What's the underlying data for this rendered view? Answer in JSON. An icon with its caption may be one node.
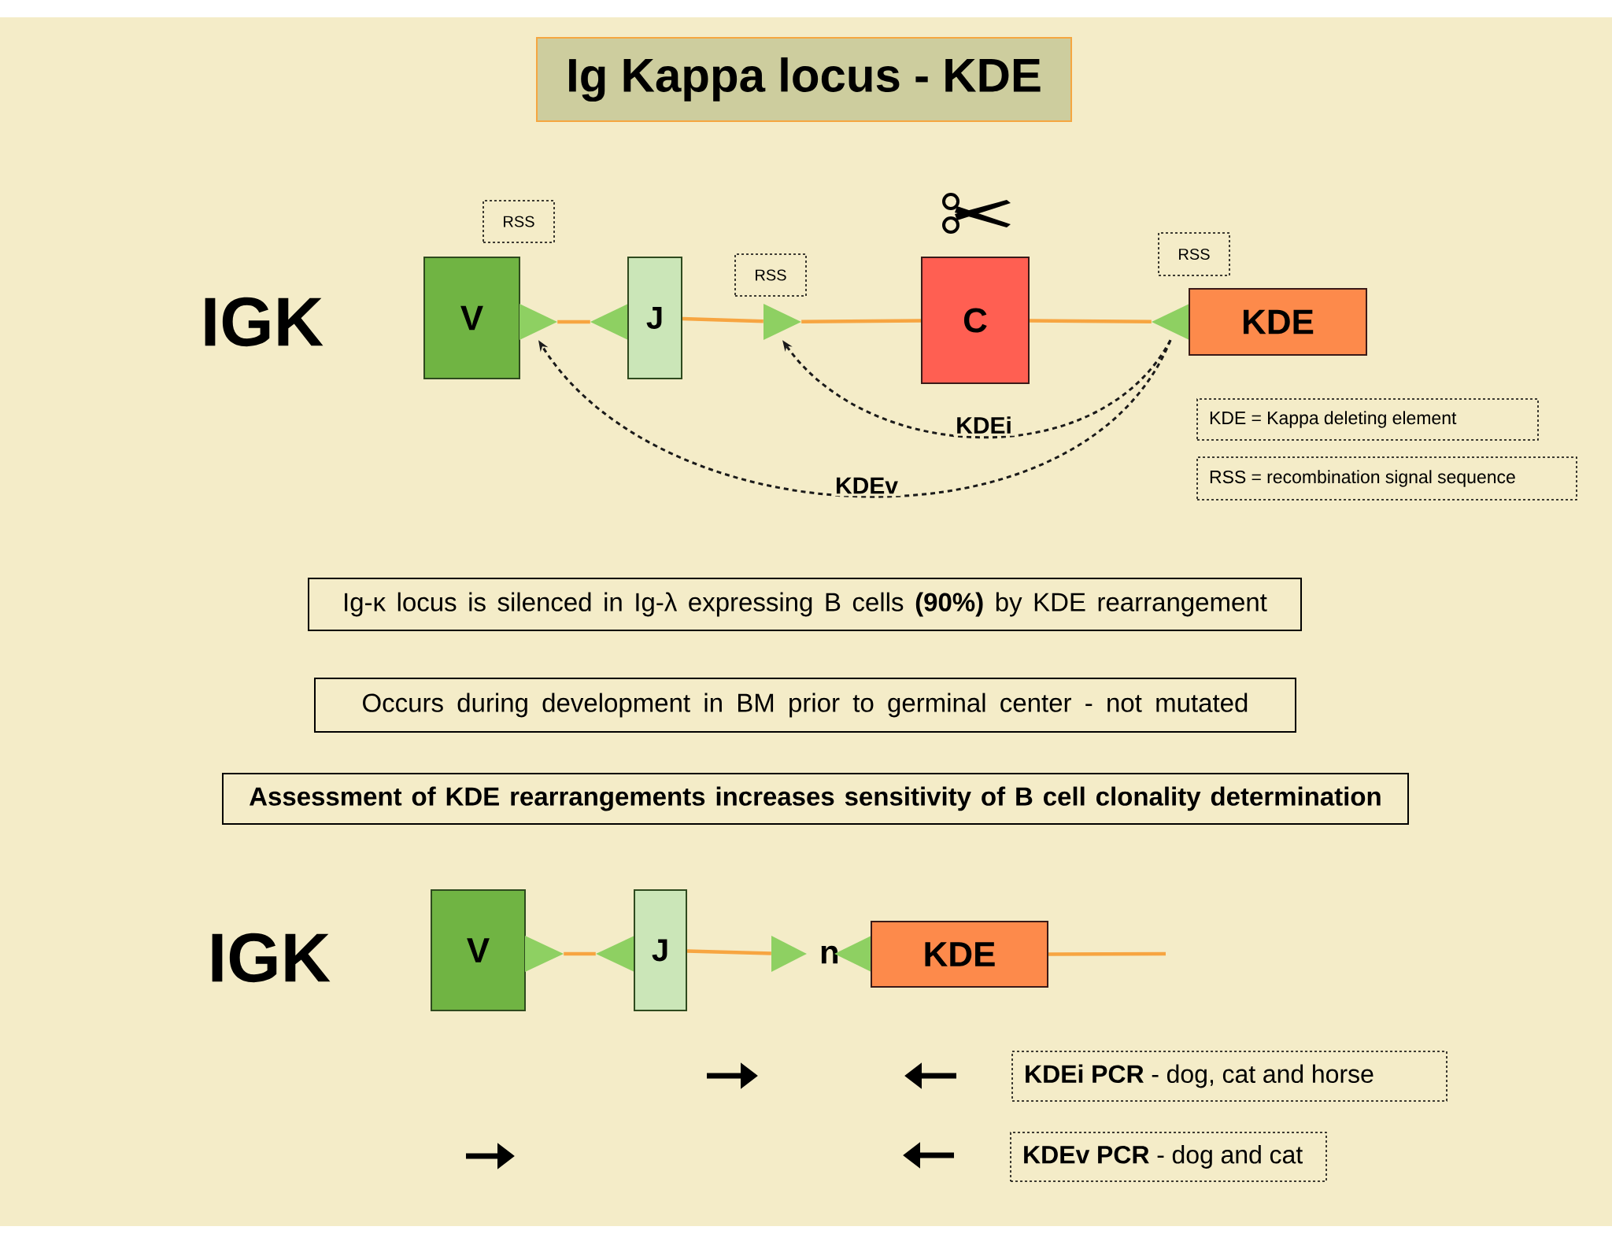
{
  "diagram": {
    "title": "Ig Kappa locus - KDE",
    "nodes": [
      {
        "text": [
          "RSS"
        ]
      },
      {
        "text": [
          "RSS"
        ]
      },
      {
        "text": [
          "RSS"
        ]
      },
      {
        "text": [
          "V"
        ]
      },
      {
        "text": [],
        "shape": "triangle"
      },
      {
        "text": [],
        "shape": "triangle"
      },
      {
        "text": [
          "J"
        ]
      },
      {
        "text": [],
        "shape": "triangle"
      },
      {
        "text": [
          "C"
        ]
      },
      {
        "text": [],
        "shape": "triangle"
      },
      {
        "text": [
          "KDE"
        ]
      },
      {
        "text": [
          "KDE = Kappa deleting element"
        ]
      },
      {
        "text": [
          "RSS = recombination signal sequence"
        ]
      },
      {
        "text": [
          "Ig-κ locus is silenced in Ig-λ expressing B cells **(90%)** by KDE rearrangement"
        ]
      },
      {
        "text": [
          "Occurs during development in BM prior to germinal center - not mutated"
        ]
      },
      {
        "text": [
          "Assessment of KDE rearrangements increases sensitivity of B cell clonality determination"
        ]
      },
      {
        "text": [
          "V"
        ]
      },
      {
        "text": [],
        "shape": "triangle"
      },
      {
        "text": [],
        "shape": "triangle"
      },
      {
        "text": [
          "J"
        ]
      },
      {
        "text": [],
        "shape": "triangle"
      },
      {
        "text": [
          "n"
        ]
      },
      {
        "text": [],
        "shape": "triangle"
      },
      {
        "text": [
          "KDE"
        ]
      },
      {
        "text": [
          "**KDEi PCR** - dog, cat and horse"
        ]
      },
      {
        "text": [
          "**KDEv PCR** - dog and cat"
        ]
      }
    ],
    "edges": [
      {
        "from": 4,
        "to": 5,
        "arrow": "none"
      },
      {
        "from": 6,
        "to": 7,
        "arrow": "none"
      },
      {
        "from": 7,
        "to": 8,
        "arrow": "none"
      },
      {
        "from": 8,
        "to": 9,
        "arrow": "none"
      },
      {
        "from": 9,
        "to": 7,
        "arrow": "to",
        "label": "KDEi",
        "style": "dashed",
        "color": "#1a1a1a"
      },
      {
        "from": 9,
        "to": 4,
        "arrow": "to",
        "label": "KDEv",
        "style": "dashed",
        "color": "#1a1a1a"
      },
      {
        "from": 17,
        "to": 18,
        "arrow": "none"
      },
      {
        "from": 19,
        "to": 20,
        "arrow": "none"
      },
      {
        "from": 23,
        "to": null,
        "arrow": "none"
      }
    ],
    "labels": [
      "IGK",
      "IGK"
    ]
  }
}
